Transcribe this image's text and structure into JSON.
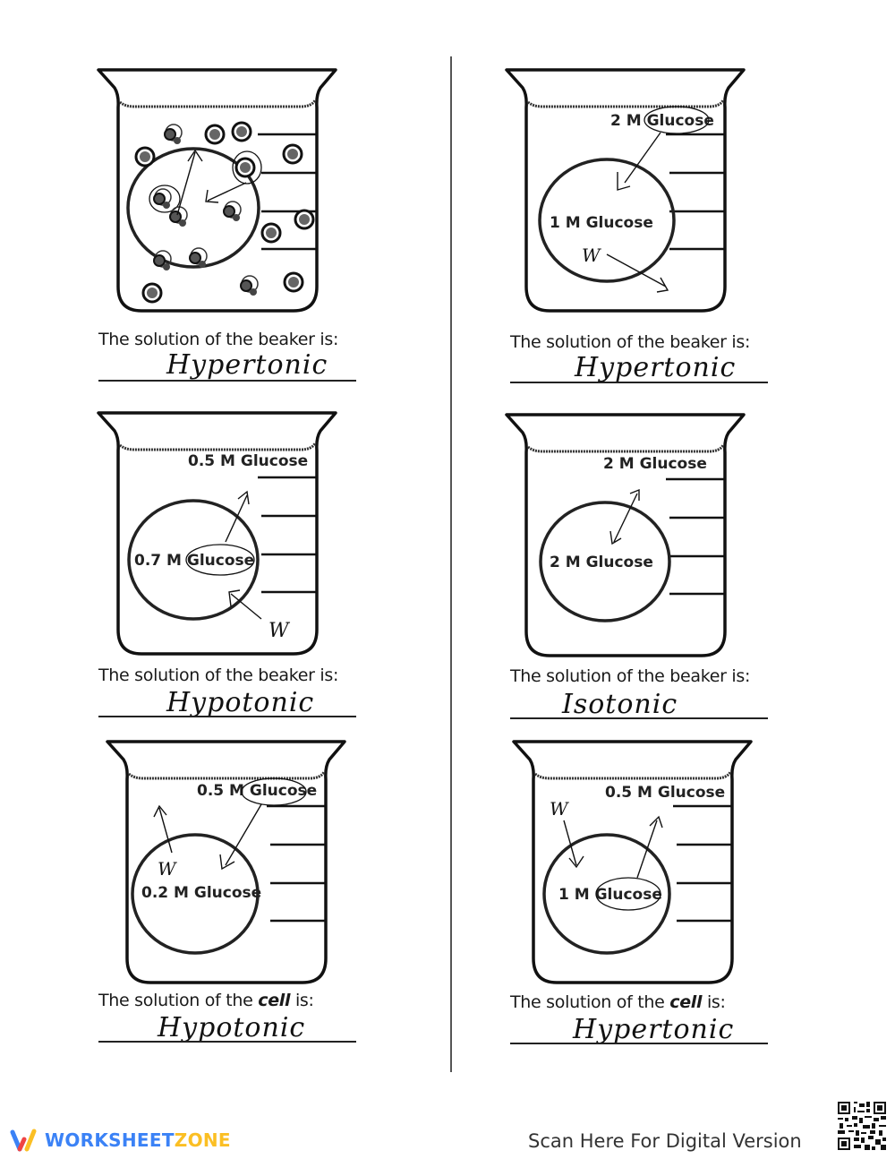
{
  "worksheet": {
    "panels": [
      {
        "id": "beaker-1",
        "diagram": "molecules",
        "outside_label": "",
        "inside_label": "",
        "prompt_prefix": "The solution of the ",
        "prompt_subject": "beaker",
        "prompt_suffix": " is:",
        "subject_emphasis": false,
        "answer": "Hypertonic"
      },
      {
        "id": "beaker-2",
        "diagram": "labels",
        "outside_label": "2 M Glucose",
        "inside_label": "1 M Glucose",
        "water_mark": "W",
        "prompt_prefix": "The solution of the ",
        "prompt_subject": "beaker",
        "prompt_suffix": " is:",
        "subject_emphasis": false,
        "answer": "Hypertonic"
      },
      {
        "id": "beaker-3",
        "diagram": "labels",
        "outside_label": "0.5 M Glucose",
        "inside_label": "0.7 M Glucose",
        "water_mark": "W",
        "prompt_prefix": "The solution of the ",
        "prompt_subject": "beaker",
        "prompt_suffix": " is:",
        "subject_emphasis": false,
        "answer": "Hypotonic"
      },
      {
        "id": "beaker-4",
        "diagram": "labels",
        "outside_label": "2 M Glucose",
        "inside_label": "2 M Glucose",
        "water_mark": "",
        "prompt_prefix": "The solution of the ",
        "prompt_subject": "beaker",
        "prompt_suffix": " is:",
        "subject_emphasis": false,
        "answer": "Isotonic"
      },
      {
        "id": "beaker-5",
        "diagram": "labels",
        "outside_label": "0.5 M Glucose",
        "inside_label": "0.2 M Glucose",
        "water_mark": "W",
        "prompt_prefix": "The solution of the ",
        "prompt_subject": "cell",
        "prompt_suffix": " is:",
        "subject_emphasis": true,
        "answer": "Hypotonic"
      },
      {
        "id": "beaker-6",
        "diagram": "labels",
        "outside_label": "0.5 M Glucose",
        "inside_label": "1 M Glucose",
        "water_mark": "W",
        "prompt_prefix": "The solution of the ",
        "prompt_subject": "cell",
        "prompt_suffix": " is:",
        "subject_emphasis": true,
        "answer": "Hypertonic"
      }
    ]
  },
  "footer": {
    "brand_part1": "WORKSHEET",
    "brand_part2": "ZONE",
    "brand_icon": "w-logo-icon",
    "scan_text": "Scan Here For Digital Version",
    "qr_icon": "qr-code-icon"
  },
  "colors": {
    "brand_blue": "#3b82f6",
    "brand_yellow": "#fbbf24",
    "brand_red": "#ef4444",
    "ink": "#111111"
  }
}
